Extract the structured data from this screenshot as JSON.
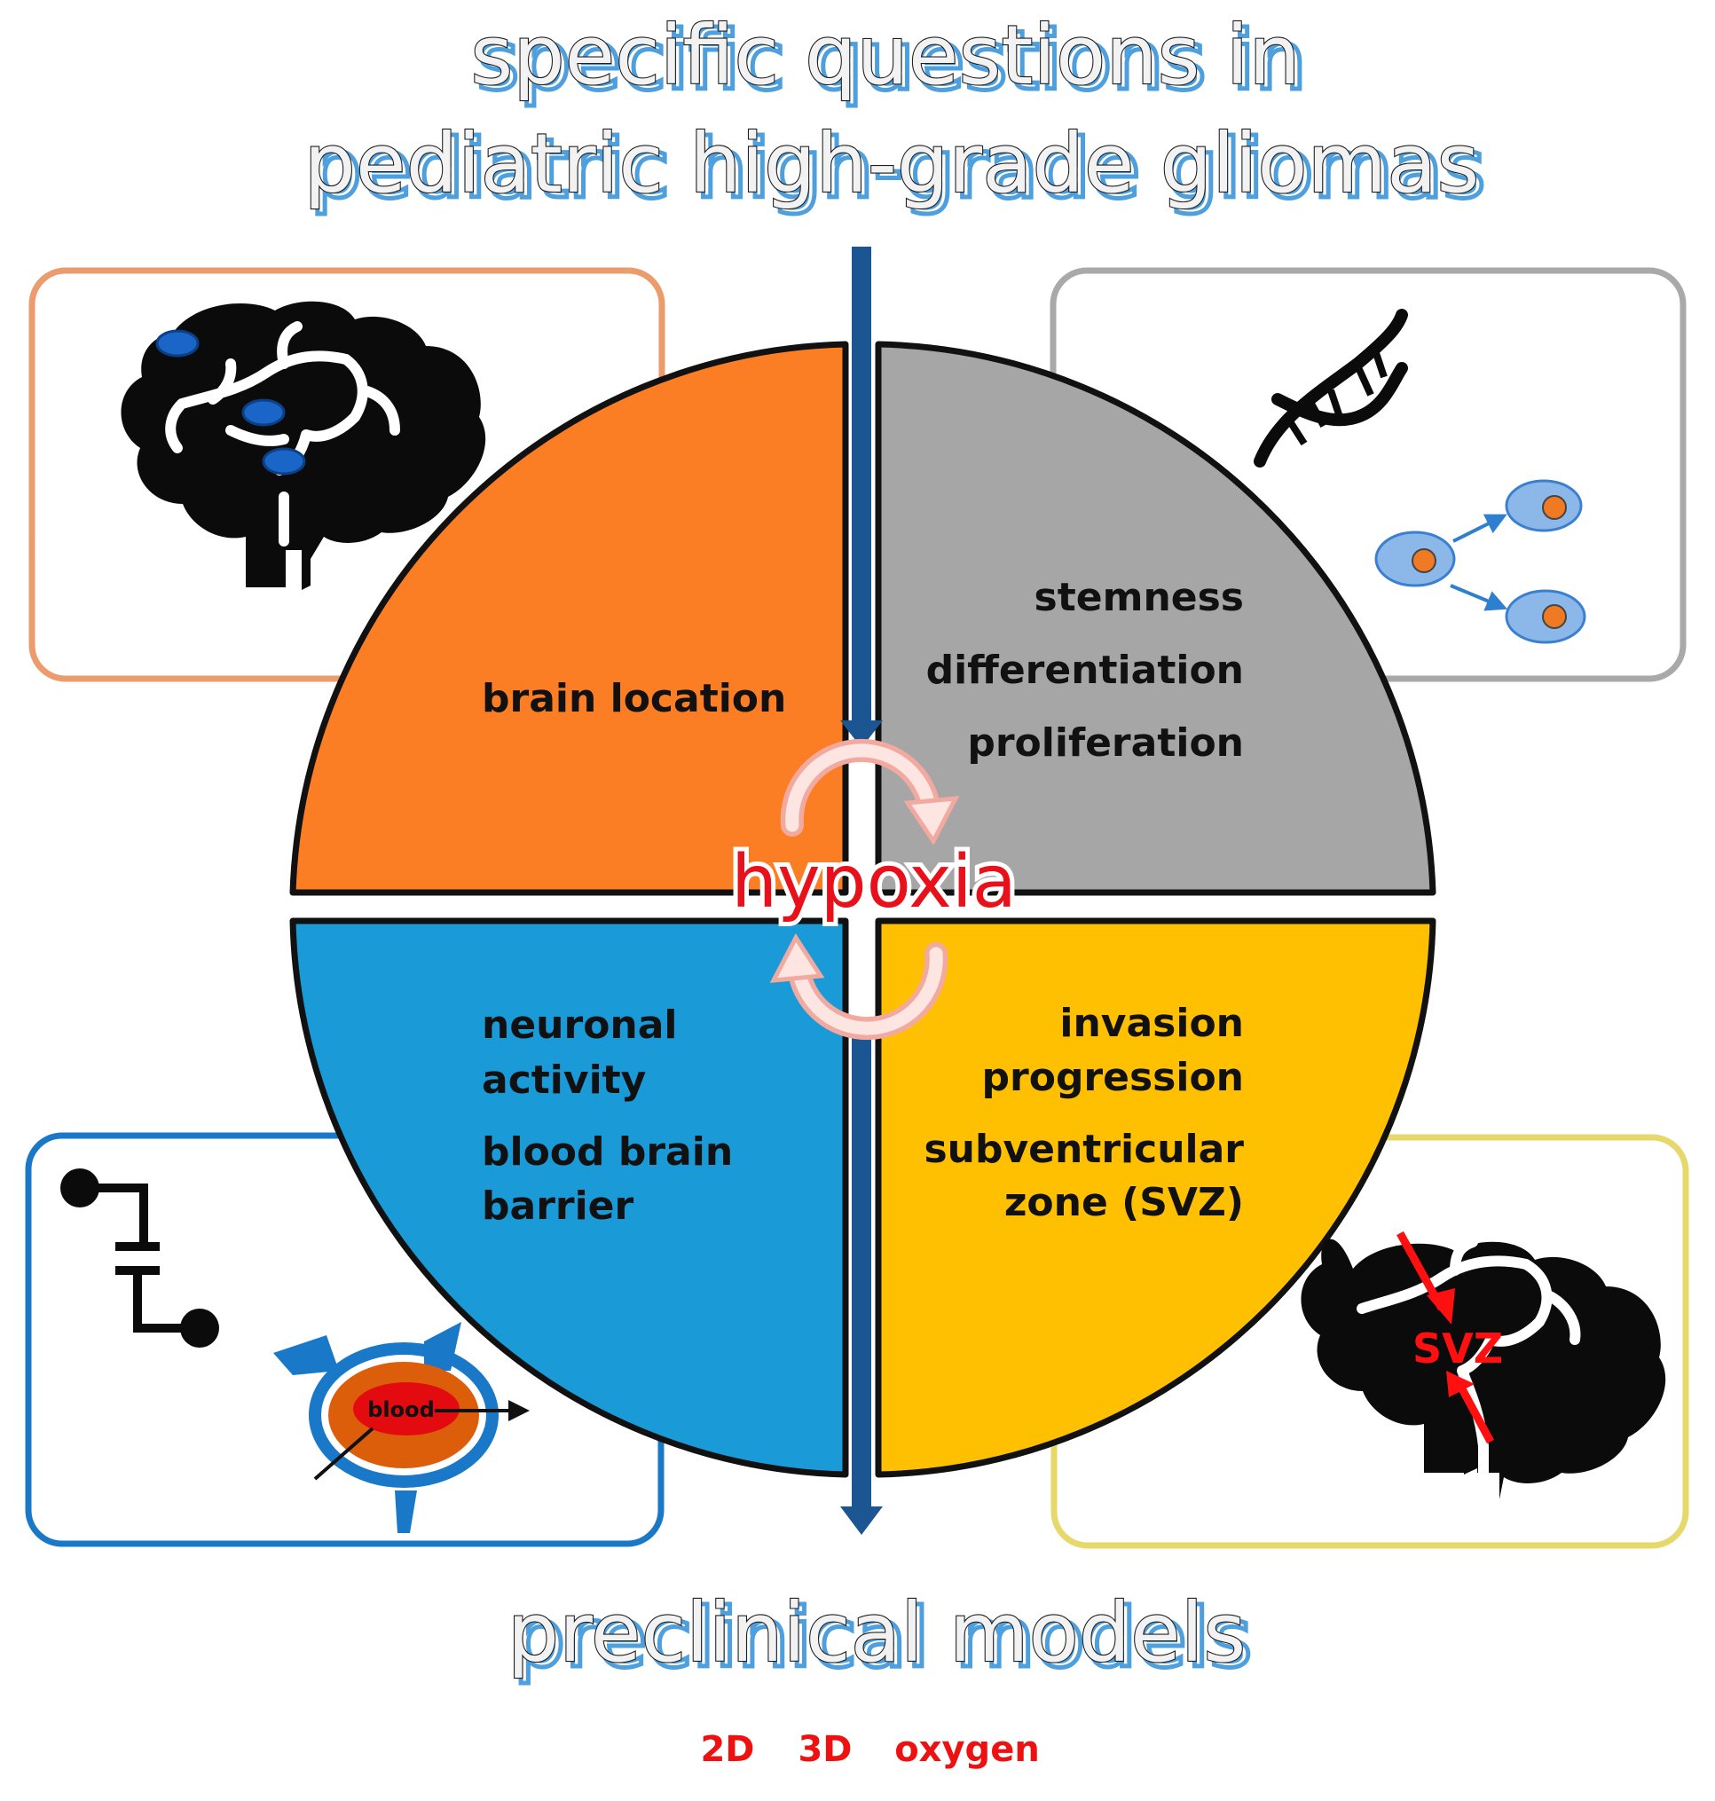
{
  "title": {
    "line1": "specific questions in",
    "line2": "pediatric high-grade gliomas"
  },
  "quadrants": {
    "top_left": {
      "lines": [
        "brain location"
      ],
      "color": "#fb7e24"
    },
    "top_right": {
      "lines": [
        "stemness",
        "differentiation",
        "proliferation"
      ],
      "color": "#a6a6a6"
    },
    "bottom_left": {
      "lines": [
        "neuronal",
        "activity",
        "blood brain",
        "barrier"
      ],
      "color": "#1a9bd8"
    },
    "bottom_right": {
      "lines": [
        "invasion",
        "progression",
        "subventricular",
        "zone (SVZ)"
      ],
      "color": "#fec000"
    }
  },
  "center": {
    "label": "hypoxia"
  },
  "footer": {
    "title": "preclinical models",
    "models": [
      "2D",
      "3D",
      "oxygen"
    ]
  },
  "icons": {
    "blood_label": "blood",
    "svz_label": "SVZ"
  },
  "colors": {
    "box_top_left": "#eb9b6c",
    "box_top_right": "#a9a9a9",
    "box_bottom_left": "#1a78c8",
    "box_bottom_right": "#e6d86a",
    "arrow": "#1b5592",
    "accent_red": "#ee1111"
  }
}
